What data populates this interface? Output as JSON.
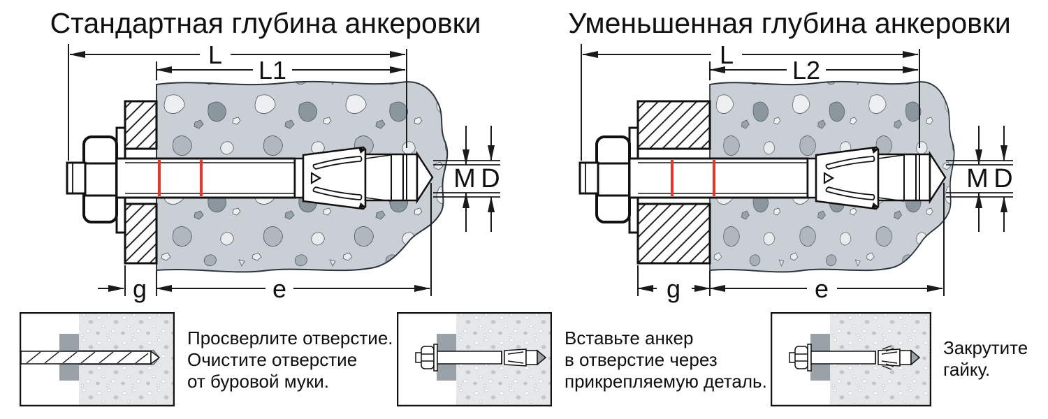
{
  "diagrams": [
    {
      "title": "Стандартная глубина анкеровки",
      "labels": {
        "total_length": "L",
        "anchor_length": "L1",
        "grip": "g",
        "embedment": "e",
        "thread": "M",
        "drill": "D"
      }
    },
    {
      "title": "Уменьшенная глубина анкеровки",
      "labels": {
        "total_length": "L",
        "anchor_length": "L2",
        "grip": "g",
        "embedment": "e",
        "thread": "M",
        "drill": "D"
      }
    }
  ],
  "steps": [
    {
      "lines": [
        "Просверлите отверстие.",
        "Очистите отверстие",
        "от буровой муки."
      ]
    },
    {
      "lines": [
        "Вставьте анкер",
        "в отверстие через",
        "прикрепляемую деталь."
      ]
    },
    {
      "lines": [
        "Закрутите",
        "гайку."
      ]
    }
  ],
  "colors": {
    "depth_mark": "#e8362d",
    "concrete_fill": "#c9cfd4",
    "line": "#1a1a1a",
    "panel_part_gray": "#9aa2a9"
  }
}
